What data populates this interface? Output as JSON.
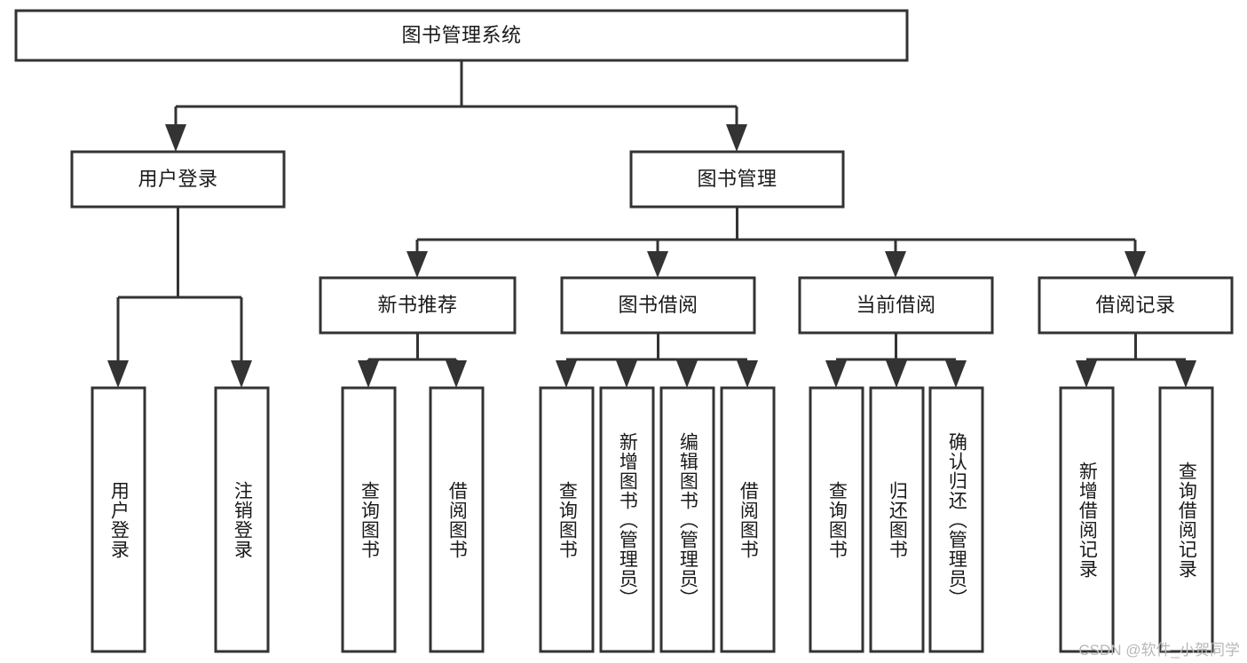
{
  "diagram": {
    "type": "tree-hierarchy",
    "title": "图书管理系统",
    "watermark": "CSDN @软件_小贺同学",
    "colors": {
      "background": "#ffffff",
      "box_fill": "#ffffff",
      "box_stroke": "#333333",
      "text": "#1a1a1a",
      "watermark": "#b8b8b8"
    },
    "levels": [
      {
        "level": 1,
        "nodes": [
          {
            "id": "root",
            "label": "图书管理系统",
            "orientation": "horizontal"
          }
        ]
      },
      {
        "level": 2,
        "nodes": [
          {
            "id": "user-login",
            "label": "用户登录",
            "orientation": "horizontal",
            "parent": "root"
          },
          {
            "id": "book-manage",
            "label": "图书管理",
            "orientation": "horizontal",
            "parent": "root"
          }
        ]
      },
      {
        "level": 3,
        "nodes": [
          {
            "id": "new-book-rec",
            "label": "新书推荐",
            "orientation": "horizontal",
            "parent": "book-manage"
          },
          {
            "id": "book-borrow",
            "label": "图书借阅",
            "orientation": "horizontal",
            "parent": "book-manage"
          },
          {
            "id": "current-borrow",
            "label": "当前借阅",
            "orientation": "horizontal",
            "parent": "book-manage"
          },
          {
            "id": "borrow-record",
            "label": "借阅记录",
            "orientation": "horizontal",
            "parent": "book-manage"
          }
        ]
      },
      {
        "level": 4,
        "nodes": [
          {
            "id": "leaf-user-login",
            "label": "用户登录",
            "orientation": "vertical",
            "parent": "user-login"
          },
          {
            "id": "leaf-logout",
            "label": "注销登录",
            "orientation": "vertical",
            "parent": "user-login"
          },
          {
            "id": "leaf-query-book-1",
            "label": "查询图书",
            "orientation": "vertical",
            "parent": "new-book-rec"
          },
          {
            "id": "leaf-borrow-book-1",
            "label": "借阅图书",
            "orientation": "vertical",
            "parent": "new-book-rec"
          },
          {
            "id": "leaf-query-book-2",
            "label": "查询图书",
            "orientation": "vertical",
            "parent": "book-borrow"
          },
          {
            "id": "leaf-add-book",
            "label": "新增图书（管理员）",
            "orientation": "vertical",
            "parent": "book-borrow"
          },
          {
            "id": "leaf-edit-book",
            "label": "编辑图书（管理员）",
            "orientation": "vertical",
            "parent": "book-borrow"
          },
          {
            "id": "leaf-borrow-book-2",
            "label": "借阅图书",
            "orientation": "vertical",
            "parent": "book-borrow"
          },
          {
            "id": "leaf-query-book-3",
            "label": "查询图书",
            "orientation": "vertical",
            "parent": "current-borrow"
          },
          {
            "id": "leaf-return-book",
            "label": "归还图书",
            "orientation": "vertical",
            "parent": "current-borrow"
          },
          {
            "id": "leaf-confirm-return",
            "label": "确认归还（管理员）",
            "orientation": "vertical",
            "parent": "current-borrow"
          },
          {
            "id": "leaf-add-record",
            "label": "新增借阅记录",
            "orientation": "vertical",
            "parent": "borrow-record"
          },
          {
            "id": "leaf-query-record",
            "label": "查询借阅记录",
            "orientation": "vertical",
            "parent": "borrow-record"
          }
        ]
      }
    ]
  }
}
